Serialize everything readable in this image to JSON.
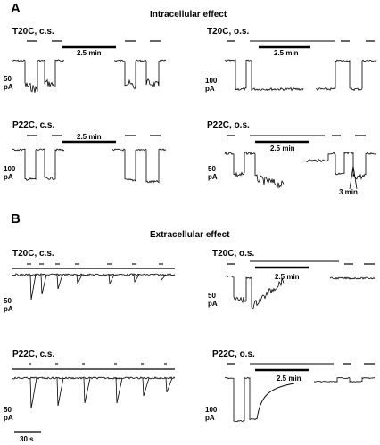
{
  "panels": {
    "a": {
      "letter": "A",
      "title": "Intracellular effect",
      "traces": [
        {
          "id": "a1",
          "label": "T20C, c.s.",
          "scale": "50\npA",
          "interval": "2.5 min"
        },
        {
          "id": "a2",
          "label": "T20C, o.s.",
          "scale": "100\npA",
          "interval": "2.5 min"
        },
        {
          "id": "a3",
          "label": "P22C, c.s.",
          "scale": "100\npA",
          "interval": "2.5 min"
        },
        {
          "id": "a4",
          "label": "P22C, o.s.",
          "scale": "50\npA",
          "interval": "2.5 min",
          "annotation": "3 min"
        }
      ]
    },
    "b": {
      "letter": "B",
      "title": "Extracellular effect",
      "traces": [
        {
          "id": "b1",
          "label": "T20C, c.s.",
          "scale": "50\npA"
        },
        {
          "id": "b2",
          "label": "T20C, o.s.",
          "scale": "50\npA",
          "interval": "2.5 min"
        },
        {
          "id": "b3",
          "label": "P22C, c.s.",
          "scale": "50\npA"
        },
        {
          "id": "b4",
          "label": "P22C, o.s.",
          "scale": "100\npA",
          "interval": "2.5 min"
        }
      ]
    }
  },
  "time_scale": "30 s"
}
